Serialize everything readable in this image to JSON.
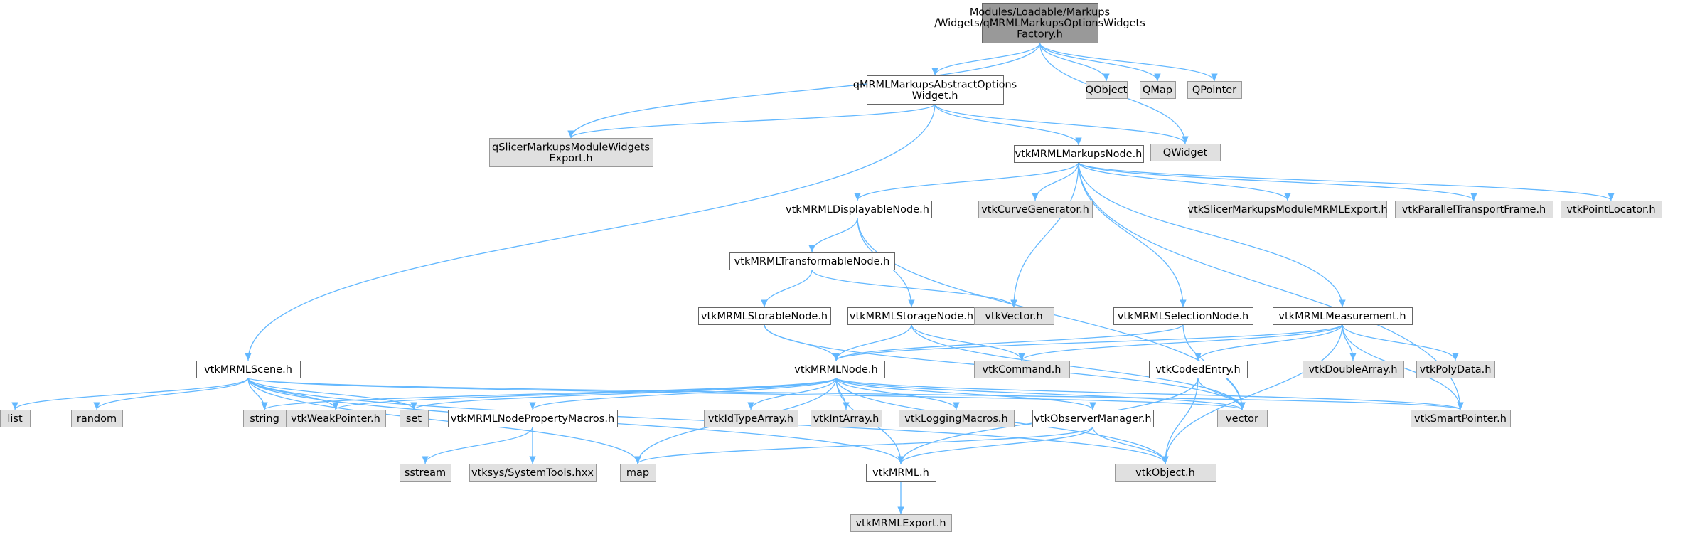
{
  "colors": {
    "root_fill": "#999999",
    "root_stroke": "#666666",
    "local_fill": "#ffffff",
    "local_stroke": "#666666",
    "external_fill": "#e0e0e0",
    "external_stroke": "#999999",
    "edge": "#63b8ff"
  },
  "nodes": [
    {
      "id": "root",
      "kind": "root",
      "lines": [
        "Modules/Loadable/Markups",
        "/Widgets/qMRMLMarkupsOptionsWidgets",
        "Factory.h"
      ]
    },
    {
      "id": "abstract",
      "kind": "local",
      "lines": [
        "qMRMLMarkupsAbstractOptions",
        "Widget.h"
      ]
    },
    {
      "id": "qobject",
      "kind": "external",
      "lines": [
        "QObject"
      ]
    },
    {
      "id": "qmap",
      "kind": "external",
      "lines": [
        "QMap"
      ]
    },
    {
      "id": "qpointer",
      "kind": "external",
      "lines": [
        "QPointer"
      ]
    },
    {
      "id": "qslicerexport",
      "kind": "external",
      "lines": [
        "qSlicerMarkupsModuleWidgets",
        "Export.h"
      ]
    },
    {
      "id": "qwidget",
      "kind": "external",
      "lines": [
        "QWidget"
      ]
    },
    {
      "id": "markupsnode",
      "kind": "local",
      "lines": [
        "vtkMRMLMarkupsNode.h"
      ]
    },
    {
      "id": "displayable",
      "kind": "local",
      "lines": [
        "vtkMRMLDisplayableNode.h"
      ]
    },
    {
      "id": "curvegen",
      "kind": "external",
      "lines": [
        "vtkCurveGenerator.h"
      ]
    },
    {
      "id": "mrmlexport",
      "kind": "external",
      "lines": [
        "vtkSlicerMarkupsModuleMRMLExport.h"
      ]
    },
    {
      "id": "paralleltf",
      "kind": "external",
      "lines": [
        "vtkParallelTransportFrame.h"
      ]
    },
    {
      "id": "pointlocator",
      "kind": "external",
      "lines": [
        "vtkPointLocator.h"
      ]
    },
    {
      "id": "transformable",
      "kind": "local",
      "lines": [
        "vtkMRMLTransformableNode.h"
      ]
    },
    {
      "id": "storable",
      "kind": "local",
      "lines": [
        "vtkMRMLStorableNode.h"
      ]
    },
    {
      "id": "storage",
      "kind": "local",
      "lines": [
        "vtkMRMLStorageNode.h"
      ]
    },
    {
      "id": "vtkvector",
      "kind": "external",
      "lines": [
        "vtkVector.h"
      ]
    },
    {
      "id": "selection",
      "kind": "local",
      "lines": [
        "vtkMRMLSelectionNode.h"
      ]
    },
    {
      "id": "measurement",
      "kind": "local",
      "lines": [
        "vtkMRMLMeasurement.h"
      ]
    },
    {
      "id": "scene",
      "kind": "local",
      "lines": [
        "vtkMRMLScene.h"
      ]
    },
    {
      "id": "mrmlnode",
      "kind": "local",
      "lines": [
        "vtkMRMLNode.h"
      ]
    },
    {
      "id": "command",
      "kind": "external",
      "lines": [
        "vtkCommand.h"
      ]
    },
    {
      "id": "codedentry",
      "kind": "local",
      "lines": [
        "vtkCodedEntry.h"
      ]
    },
    {
      "id": "doublearray",
      "kind": "external",
      "lines": [
        "vtkDoubleArray.h"
      ]
    },
    {
      "id": "polydata",
      "kind": "external",
      "lines": [
        "vtkPolyData.h"
      ]
    },
    {
      "id": "list",
      "kind": "external",
      "lines": [
        "list"
      ]
    },
    {
      "id": "random",
      "kind": "external",
      "lines": [
        "random"
      ]
    },
    {
      "id": "string",
      "kind": "external",
      "lines": [
        "string"
      ]
    },
    {
      "id": "weakptr",
      "kind": "external",
      "lines": [
        "vtkWeakPointer.h"
      ]
    },
    {
      "id": "set",
      "kind": "external",
      "lines": [
        "set"
      ]
    },
    {
      "id": "propmacros",
      "kind": "local",
      "lines": [
        "vtkMRMLNodePropertyMacros.h"
      ]
    },
    {
      "id": "idtype",
      "kind": "external",
      "lines": [
        "vtkIdTypeArray.h"
      ]
    },
    {
      "id": "intarray",
      "kind": "external",
      "lines": [
        "vtkIntArray.h"
      ]
    },
    {
      "id": "logging",
      "kind": "external",
      "lines": [
        "vtkLoggingMacros.h"
      ]
    },
    {
      "id": "observer",
      "kind": "local",
      "lines": [
        "vtkObserverManager.h"
      ]
    },
    {
      "id": "vector",
      "kind": "external",
      "lines": [
        "vector"
      ]
    },
    {
      "id": "smartptr",
      "kind": "external",
      "lines": [
        "vtkSmartPointer.h"
      ]
    },
    {
      "id": "sstream",
      "kind": "external",
      "lines": [
        "sstream"
      ]
    },
    {
      "id": "systools",
      "kind": "external",
      "lines": [
        "vtksys/SystemTools.hxx"
      ]
    },
    {
      "id": "map",
      "kind": "external",
      "lines": [
        "map"
      ]
    },
    {
      "id": "vtkmrml",
      "kind": "local",
      "lines": [
        "vtkMRML.h"
      ]
    },
    {
      "id": "vtkobject",
      "kind": "external",
      "lines": [
        "vtkObject.h"
      ]
    },
    {
      "id": "vtkmrmlexport",
      "kind": "external",
      "lines": [
        "vtkMRMLExport.h"
      ]
    }
  ],
  "edges": [
    [
      "root",
      "abstract"
    ],
    [
      "root",
      "qobject"
    ],
    [
      "root",
      "qmap"
    ],
    [
      "root",
      "qpointer"
    ],
    [
      "root",
      "qslicerexport"
    ],
    [
      "root",
      "qwidget"
    ],
    [
      "abstract",
      "qslicerexport"
    ],
    [
      "abstract",
      "qwidget"
    ],
    [
      "abstract",
      "markupsnode"
    ],
    [
      "abstract",
      "scene"
    ],
    [
      "markupsnode",
      "displayable"
    ],
    [
      "markupsnode",
      "curvegen"
    ],
    [
      "markupsnode",
      "mrmlexport"
    ],
    [
      "markupsnode",
      "paralleltf"
    ],
    [
      "markupsnode",
      "pointlocator"
    ],
    [
      "markupsnode",
      "vtkvector"
    ],
    [
      "markupsnode",
      "selection"
    ],
    [
      "markupsnode",
      "measurement"
    ],
    [
      "markupsnode",
      "smartptr"
    ],
    [
      "displayable",
      "transformable"
    ],
    [
      "displayable",
      "storage"
    ],
    [
      "displayable",
      "vector"
    ],
    [
      "transformable",
      "storable"
    ],
    [
      "transformable",
      "vtkvector"
    ],
    [
      "storable",
      "mrmlnode"
    ],
    [
      "storable",
      "vector"
    ],
    [
      "storage",
      "mrmlnode"
    ],
    [
      "storage",
      "command"
    ],
    [
      "storage",
      "vector"
    ],
    [
      "selection",
      "mrmlnode"
    ],
    [
      "selection",
      "vector"
    ],
    [
      "measurement",
      "mrmlnode"
    ],
    [
      "measurement",
      "command"
    ],
    [
      "measurement",
      "codedentry"
    ],
    [
      "measurement",
      "doublearray"
    ],
    [
      "measurement",
      "polydata"
    ],
    [
      "measurement",
      "smartptr"
    ],
    [
      "measurement",
      "vtkobject"
    ],
    [
      "scene",
      "list"
    ],
    [
      "scene",
      "random"
    ],
    [
      "scene",
      "string"
    ],
    [
      "scene",
      "weakptr"
    ],
    [
      "scene",
      "set"
    ],
    [
      "scene",
      "vector"
    ],
    [
      "scene",
      "smartptr"
    ],
    [
      "scene",
      "map"
    ],
    [
      "scene",
      "vtkmrml"
    ],
    [
      "scene",
      "vtkobject"
    ],
    [
      "mrmlnode",
      "string"
    ],
    [
      "mrmlnode",
      "weakptr"
    ],
    [
      "mrmlnode",
      "set"
    ],
    [
      "mrmlnode",
      "propmacros"
    ],
    [
      "mrmlnode",
      "idtype"
    ],
    [
      "mrmlnode",
      "intarray"
    ],
    [
      "mrmlnode",
      "logging"
    ],
    [
      "mrmlnode",
      "observer"
    ],
    [
      "mrmlnode",
      "vector"
    ],
    [
      "mrmlnode",
      "smartptr"
    ],
    [
      "mrmlnode",
      "map"
    ],
    [
      "mrmlnode",
      "vtkmrml"
    ],
    [
      "mrmlnode",
      "vtkobject"
    ],
    [
      "codedentry",
      "vector"
    ],
    [
      "codedentry",
      "vtkmrml"
    ],
    [
      "codedentry",
      "vtkobject"
    ],
    [
      "propmacros",
      "sstream"
    ],
    [
      "propmacros",
      "systools"
    ],
    [
      "observer",
      "map"
    ],
    [
      "observer",
      "vtkmrml"
    ],
    [
      "observer",
      "vtkobject"
    ],
    [
      "vtkmrml",
      "vtkmrmlexport"
    ]
  ]
}
